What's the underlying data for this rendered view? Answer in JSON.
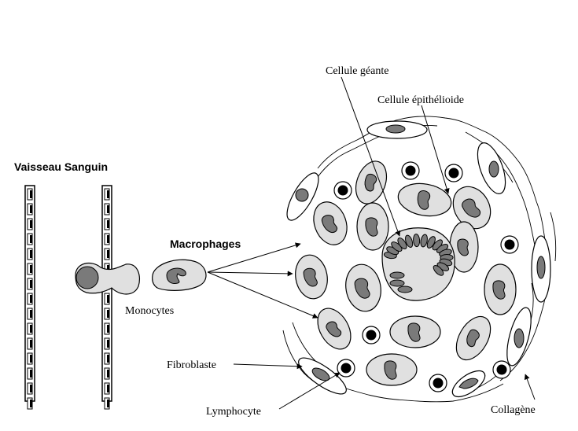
{
  "labels": {
    "vaisseau": "Vaisseau Sanguin",
    "macrophages": "Macrophages",
    "monocytes": "Monocytes",
    "cellule_geante": "Cellule géante",
    "cellule_epithelioide": "Cellule épithélioide",
    "fibroblaste": "Fibroblaste",
    "lymphocyte": "Lymphocyte",
    "collagene": "Collagène"
  },
  "colors": {
    "cell_fill": "#e0e0e0",
    "nucleus_fill": "#7a7a7a",
    "outline": "#000000"
  }
}
